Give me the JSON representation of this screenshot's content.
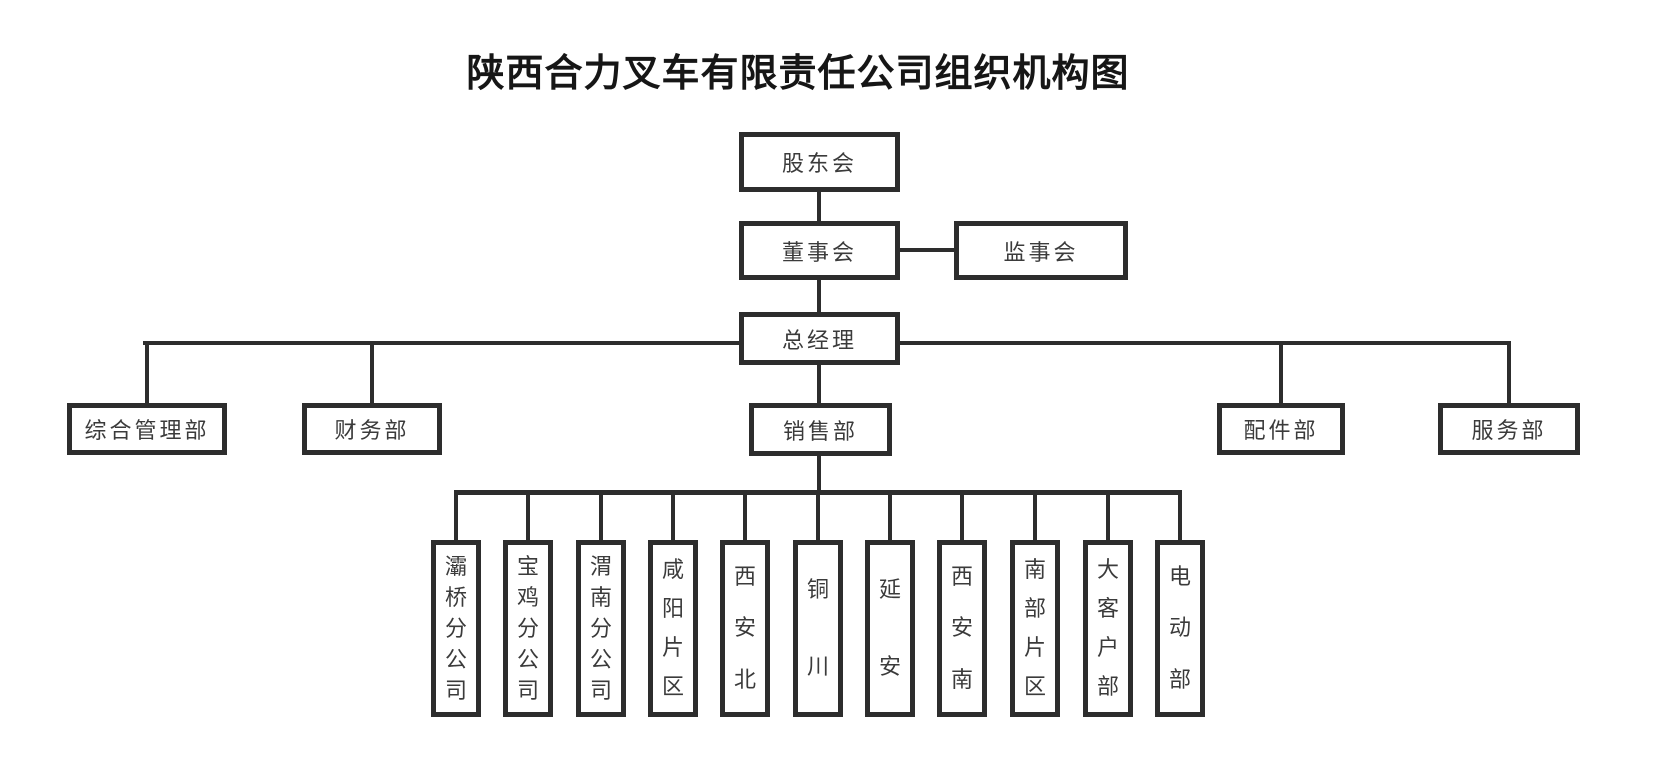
{
  "title": "陕西合力叉车有限责任公司组织机构图",
  "colors": {
    "line": "#2d2d2d",
    "text": "#3b3b3b",
    "title_text": "#161616",
    "background": "#ffffff"
  },
  "org": {
    "shareholders": "股东会",
    "board": "董事会",
    "supervisory": "监事会",
    "general_manager": "总经理",
    "departments": {
      "general_admin": "综合管理部",
      "finance": "财务部",
      "sales": "销售部",
      "parts": "配件部",
      "service": "服务部"
    },
    "sales_branches": [
      "灞桥分公司",
      "宝鸡分公司",
      "渭南分公司",
      "咸阳片区",
      "西安北",
      "铜川",
      "延安",
      "西安南",
      "南部片区",
      "大客户部",
      "电动部"
    ]
  }
}
